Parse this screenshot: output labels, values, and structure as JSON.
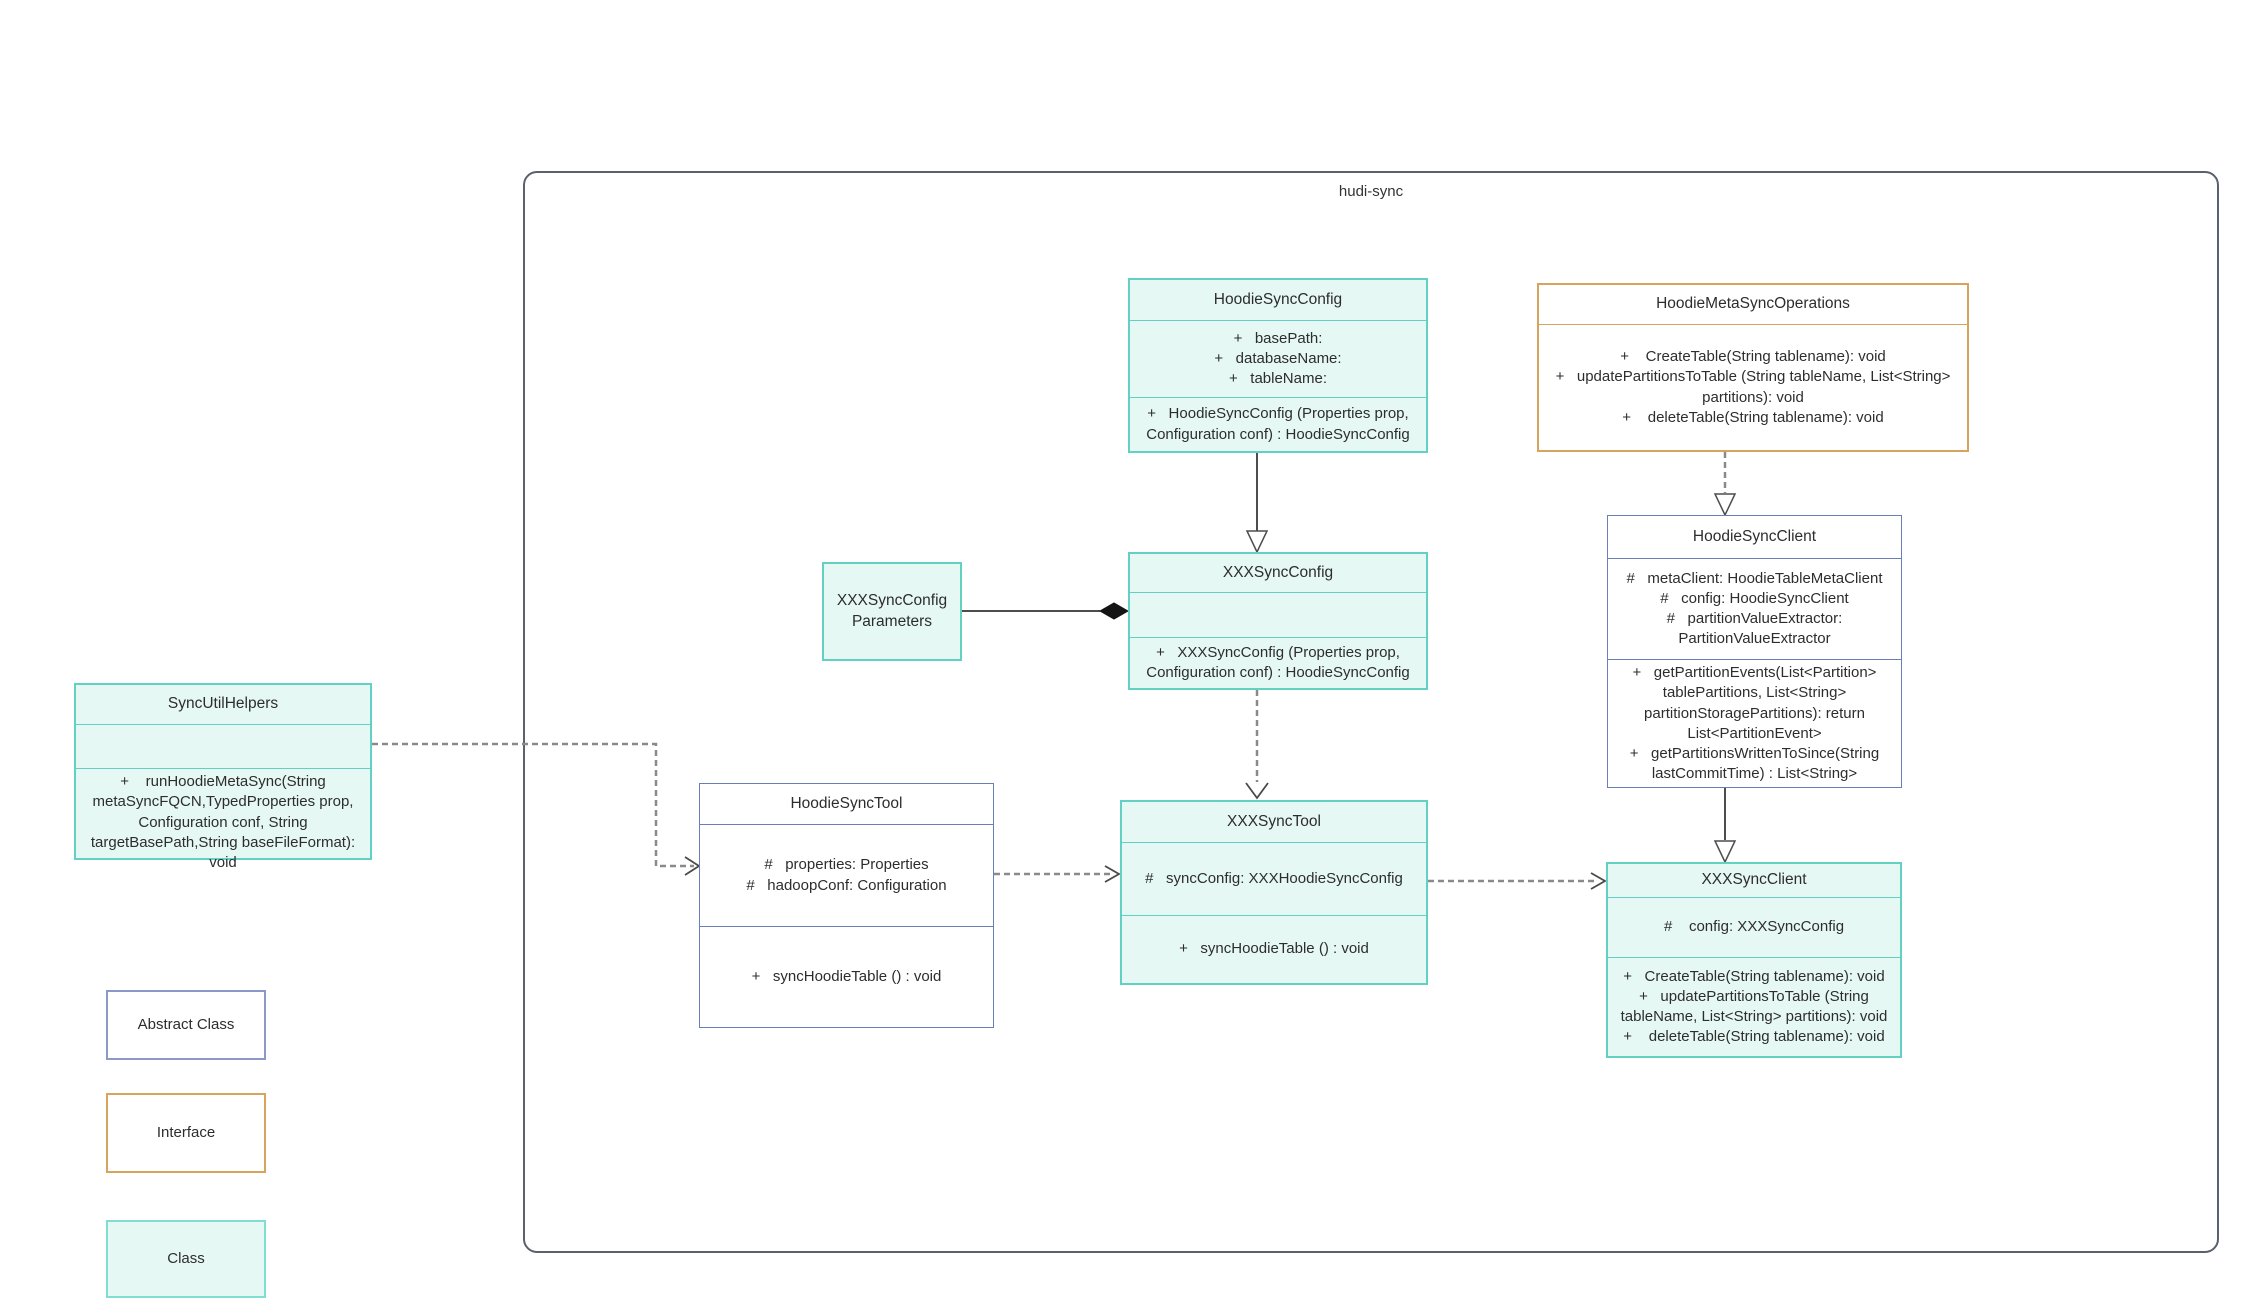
{
  "title": "hudi-sync",
  "palette": {
    "class_fill": "#e6f8f3",
    "class_border": "#62d0c2",
    "abstract_border": "#6a7fb5",
    "interface_border": "#d8a35c",
    "container_border": "#59616f",
    "solid_line": "#4d4d4d",
    "dashed_line": "#8a8a8a",
    "text": "#2d2d2d"
  },
  "classes": {
    "syncUtilHelpers": {
      "title": "SyncUtilHelpers",
      "methods": [
        "+    runHoodieMetaSync(String metaSyncFQCN,TypedProperties prop, Configuration conf, String targetBasePath,String baseFileFormat): void"
      ]
    },
    "hoodieSyncConfig": {
      "title": "HoodieSyncConfig",
      "attributes": [
        "+   basePath:",
        "+   databaseName:",
        "+   tableName:"
      ],
      "methods": [
        "+   HoodieSyncConfig (Properties prop, Configuration conf) : HoodieSyncConfig"
      ]
    },
    "hoodieMetaSyncOperations": {
      "title": "HoodieMetaSyncOperations",
      "methods": [
        "+    CreateTable(String tablename): void",
        "+   updatePartitionsToTable (String tableName, List<String> partitions): void",
        "+    deleteTable(String tablename): void"
      ]
    },
    "xxxSyncConfigParameters": {
      "title": "XXXSyncConfigParameters"
    },
    "xxxSyncConfig": {
      "title": "XXXSyncConfig",
      "methods": [
        "+   XXXSyncConfig (Properties prop, Configuration conf) : HoodieSyncConfig"
      ]
    },
    "hoodieSyncClient": {
      "title": "HoodieSyncClient",
      "attributes": [
        "#   metaClient: HoodieTableMetaClient",
        "#   config: HoodieSyncClient",
        "#   partitionValueExtractor: PartitionValueExtractor"
      ],
      "methods": [
        "+   getPartitionEvents(List<Partition> tablePartitions, List<String> partitionStoragePartitions): return List<PartitionEvent>",
        "+   getPartitionsWrittenToSince(String lastCommitTime) : List<String>"
      ]
    },
    "hoodieSyncTool": {
      "title": "HoodieSyncTool",
      "attributes": [
        "#   properties: Properties",
        "#   hadoopConf: Configuration"
      ],
      "methods": [
        "+   syncHoodieTable () : void"
      ]
    },
    "xxxSyncTool": {
      "title": "XXXSyncTool",
      "attributes": [
        "#   syncConfig: XXXHoodieSyncConfig"
      ],
      "methods": [
        "+   syncHoodieTable () : void"
      ]
    },
    "xxxSyncClient": {
      "title": "XXXSyncClient",
      "attributes": [
        "#    config: XXXSyncConfig"
      ],
      "methods": [
        "+   CreateTable(String tablename): void",
        "+   updatePartitionsToTable (String tableName, List<String> partitions): void",
        "+    deleteTable(String tablename): void"
      ]
    }
  },
  "legend": {
    "abstract": "Abstract Class",
    "interface": "Interface",
    "class": "Class"
  }
}
